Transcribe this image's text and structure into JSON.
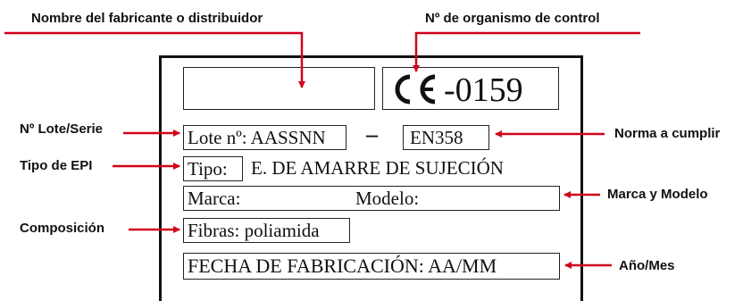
{
  "callouts": {
    "manufacturer": "Nombre del fabricante o distribuidor",
    "control_body": "Nº de organismo de control",
    "lot_serial": "Nº Lote/Serie",
    "epi_type": "Tipo de EPI",
    "composition": "Composición",
    "standard": "Norma a cumplir",
    "brand_model": "Marca y Modelo",
    "year_month": "Año/Mes"
  },
  "label": {
    "ce_number": "-0159",
    "lot": "Lote nº: AASSNN",
    "dash": "–",
    "standard": "EN358",
    "type_key": "Tipo:",
    "type_value": "E. DE AMARRE DE SUJECIÓN",
    "brand": "Marca:",
    "model": "Modelo:",
    "fibers": "Fibras: poliamida",
    "date": "FECHA DE FABRICACIÓN: AA/MM"
  },
  "colors": {
    "arrow": "#d0021b",
    "ink": "#111111"
  }
}
